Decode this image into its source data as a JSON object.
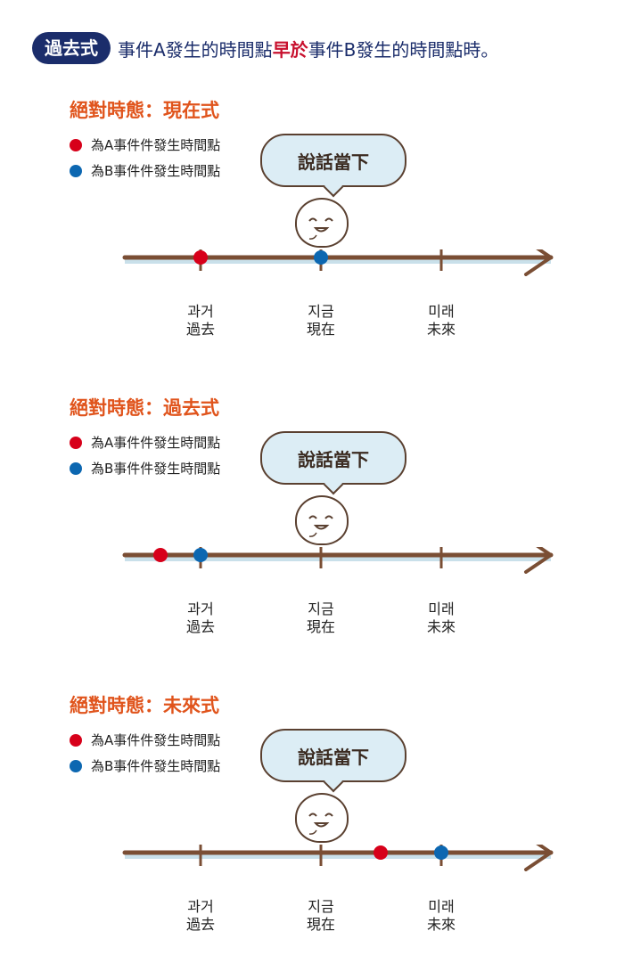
{
  "header": {
    "badge": "過去式",
    "text_before": "事件A發生的時間點",
    "highlight": "早於",
    "text_after": "事件B發生的時間點時。"
  },
  "legend": {
    "a_label": "為A事件件發生時間點",
    "b_label": "為B事件件發生時間點"
  },
  "bubble_text": "說話當下",
  "ticks": [
    {
      "ko": "과거",
      "zh": "過去"
    },
    {
      "ko": "지금",
      "zh": "現在"
    },
    {
      "ko": "미래",
      "zh": "未來"
    }
  ],
  "sections": [
    {
      "title": "絕對時態：現在式",
      "event_a_position": "past",
      "event_b_position": "now"
    },
    {
      "title": "絕對時態：過去式",
      "event_a_position": "before past",
      "event_b_position": "past"
    },
    {
      "title": "絕對時態：未來式",
      "event_a_position": "between now and future",
      "event_b_position": "future"
    }
  ],
  "colors": {
    "header_badge": "#1b2d6b",
    "highlight": "#c8102e",
    "section_title": "#e0541c",
    "event_a": "#d7001a",
    "event_b": "#0c67b1",
    "axis": "#7a4e34",
    "bubble_fill": "#dcedf5"
  }
}
